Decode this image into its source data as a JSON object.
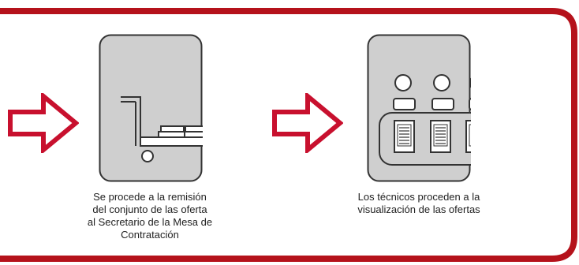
{
  "colors": {
    "frame": "#b5121b",
    "arrow": "#c8102e",
    "panel": "#cfcfcf",
    "stroke": "#333333"
  },
  "steps": [
    {
      "icon": "cart-icon",
      "caption_lines": [
        "Se procede a la remisión",
        "del conjunto de las oferta",
        "al Secretario de la Mesa de",
        "Contratación"
      ]
    },
    {
      "icon": "technicians-documents-icon",
      "caption_lines": [
        "Los técnicos proceden a la",
        "visualización de las ofertas"
      ]
    }
  ]
}
